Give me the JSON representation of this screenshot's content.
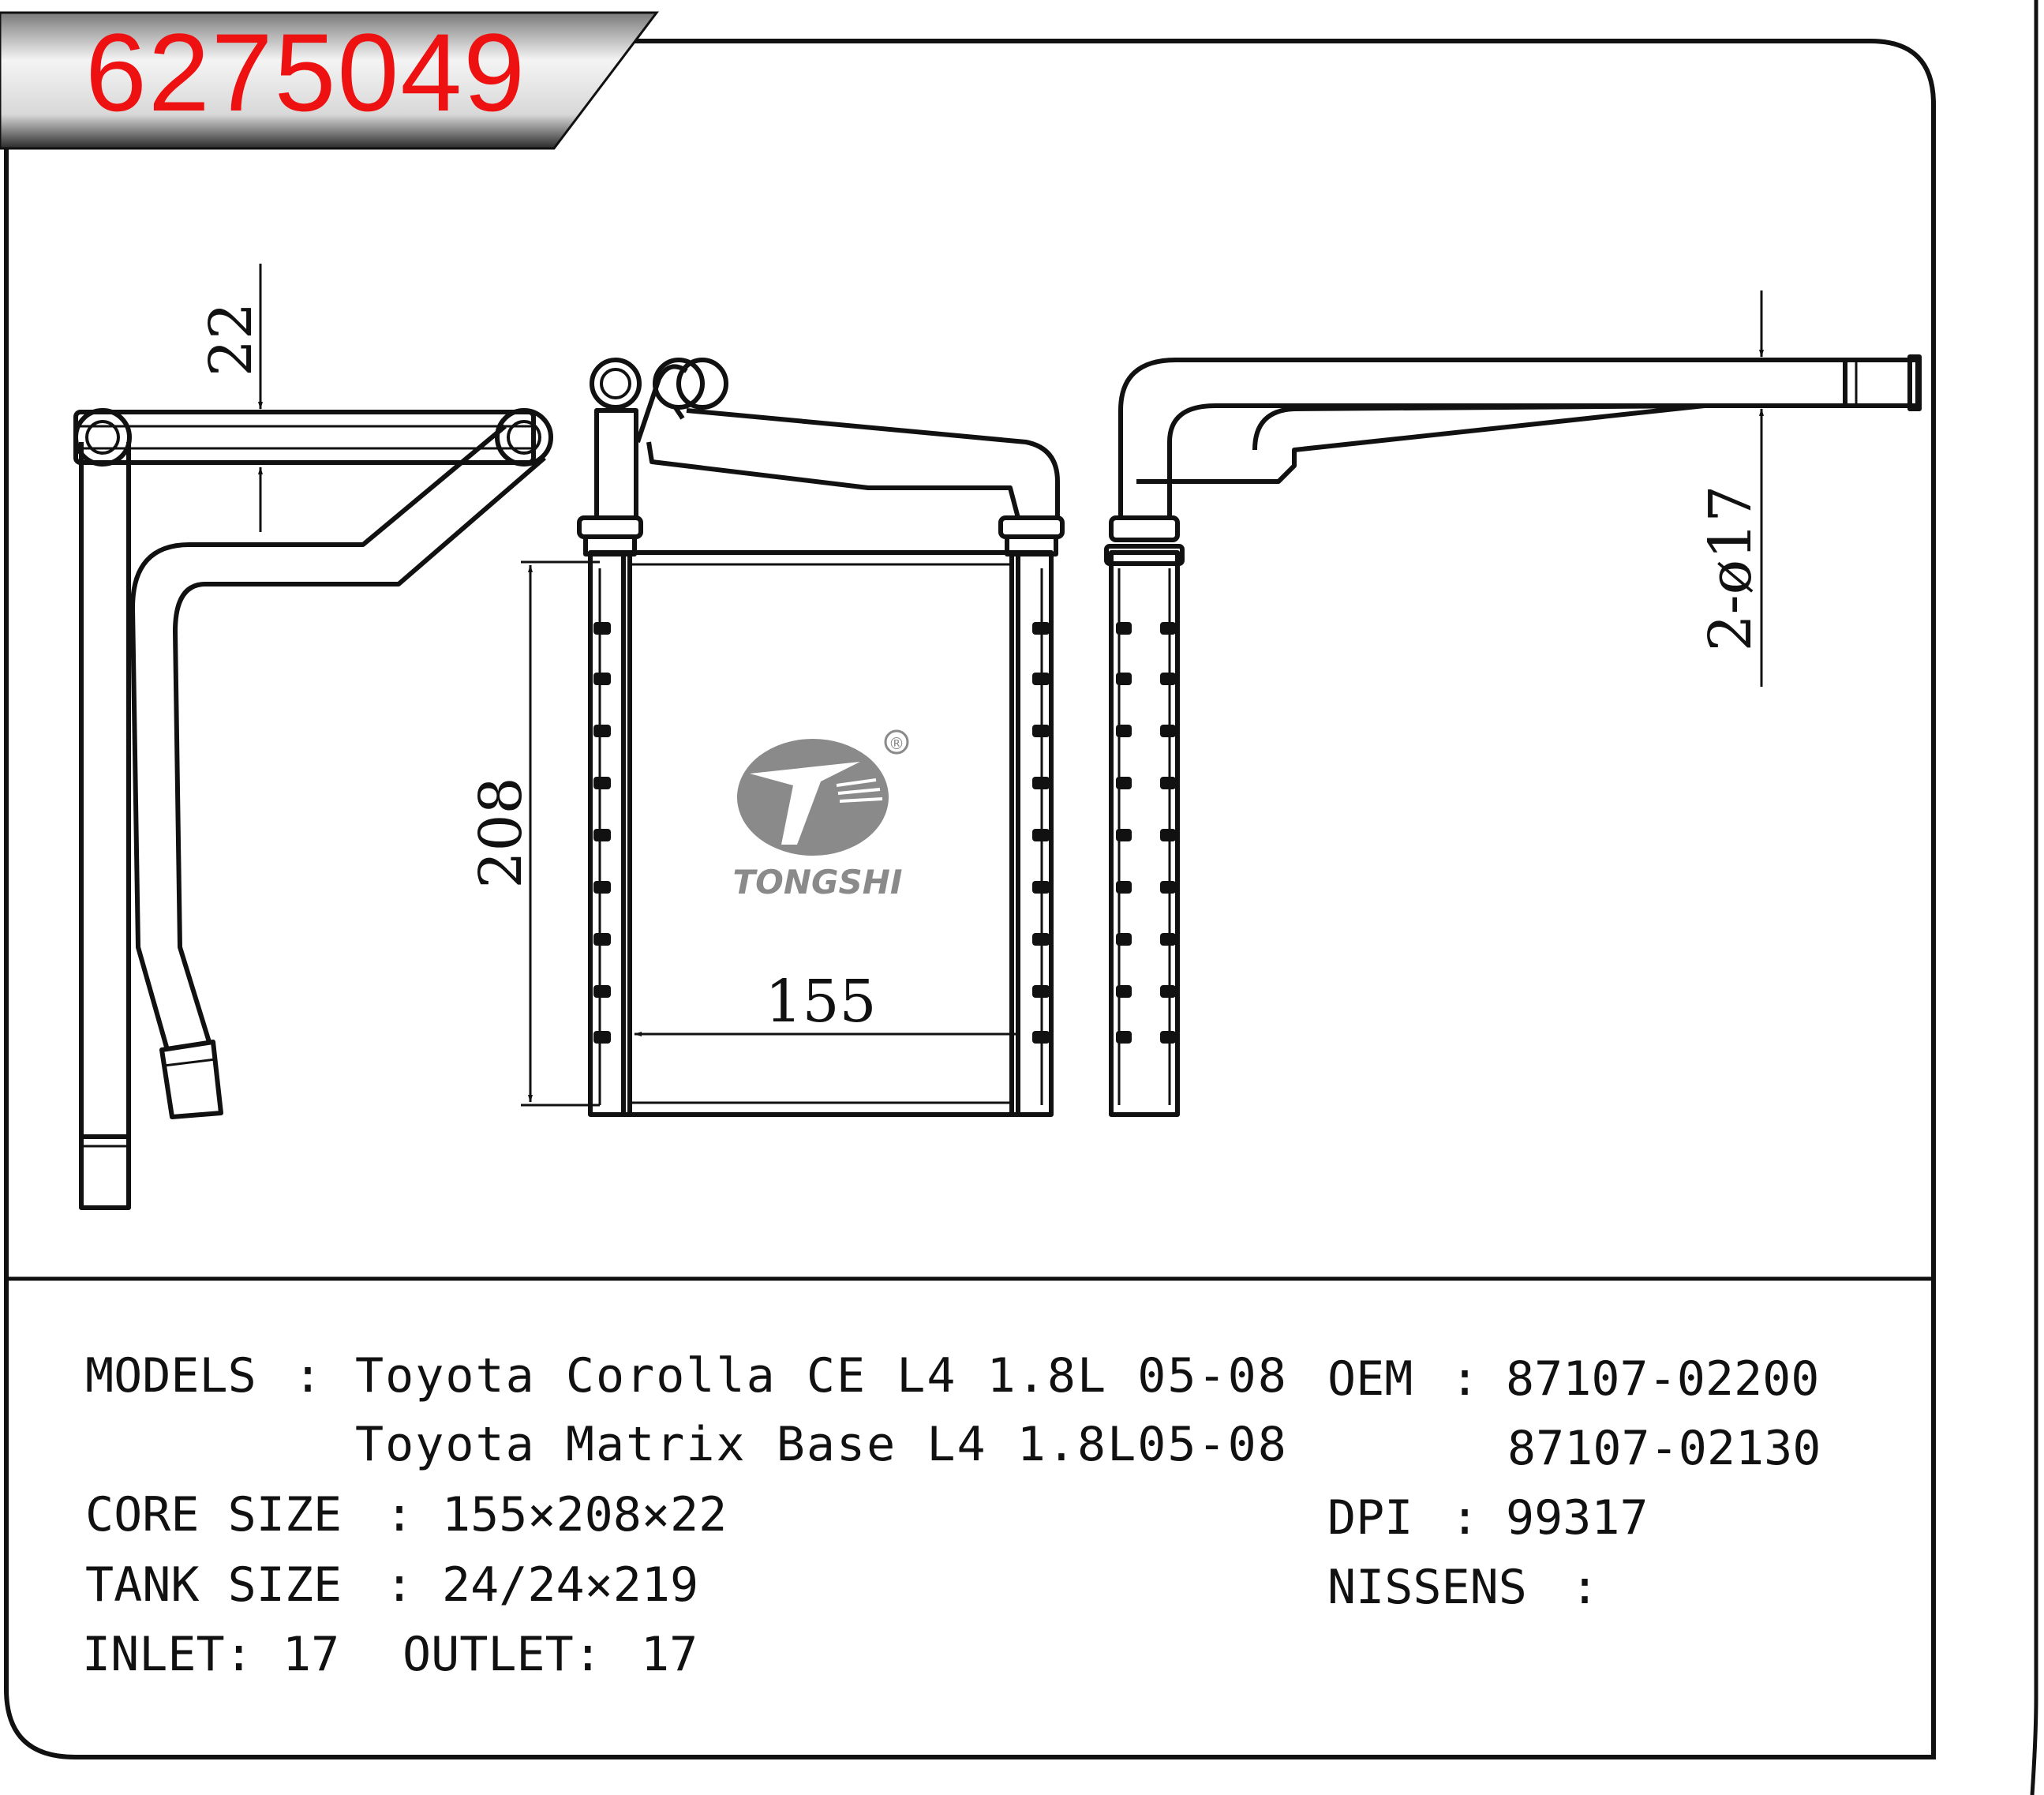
{
  "part_number": "6275049",
  "brand": "TONGSHI",
  "registered_mark": "®",
  "dimensions": {
    "depth": "22",
    "height": "208",
    "width": "155",
    "pipes": "2-ø17"
  },
  "specs": {
    "models_label": "MODELS",
    "models_line1": "Toyota Corolla CE L4 1.8L 05-08",
    "models_line2": "Toyota Matrix Base L4 1.8L05-08",
    "core_label": "CORE SIZE",
    "core_value": "155×208×22",
    "tank_label": "TANK SIZE",
    "tank_value": "24/24×219",
    "inlet_label": "INLET:",
    "inlet_value": "17",
    "outlet_label": "OUTLET:",
    "outlet_value": "17",
    "oem_label": "OEM",
    "oem_value1": "87107-02200",
    "oem_value2": "87107-02130",
    "dpi_label": "DPI",
    "dpi_value": "99317",
    "nissens_label": "NISSENS",
    "nissens_value": "",
    "separator": ":"
  }
}
